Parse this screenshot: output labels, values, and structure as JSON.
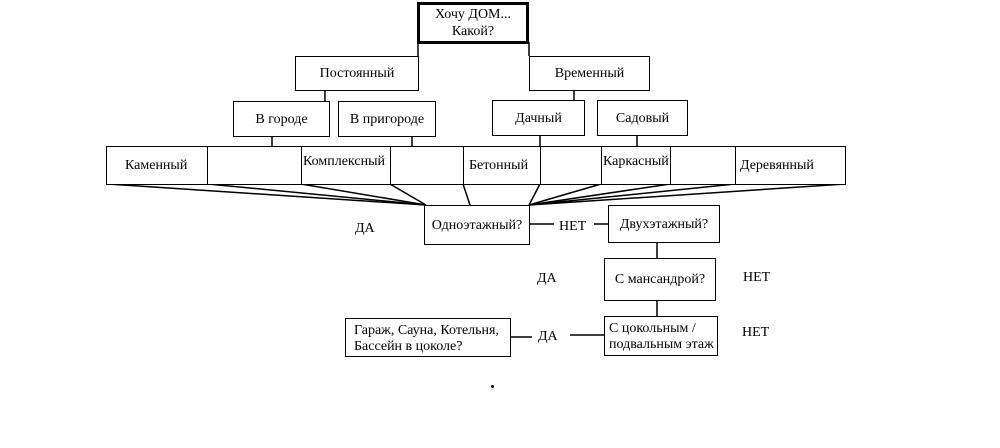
{
  "root": "Хочу ДОМ...\nКакой?",
  "level1": {
    "left": "Постоянный",
    "right": "Временный"
  },
  "level2": {
    "city": "В городе",
    "suburb": "В пригороде",
    "dacha": "Дачный",
    "garden": "Садовый"
  },
  "materials": [
    "Каменный",
    "",
    "Комплексный",
    "",
    "Бетонный",
    "",
    "Каркасный",
    "",
    "Деревянный"
  ],
  "questions": {
    "one_storey": "Одноэтажный?",
    "two_storey": "Двухэтажный?",
    "mansard": "С мансандрой?",
    "basement": "С цокольным /\nподвальным этаж",
    "extras": "Гараж, Сауна, Котельня,\nБассейн в цоколе?"
  },
  "answers": {
    "yes_one": "ДА",
    "no_one": "НЕТ",
    "yes_mansard": "ДА",
    "no_mansard": "НЕТ",
    "yes_basement": "ДА",
    "no_basement": "НЕТ"
  }
}
